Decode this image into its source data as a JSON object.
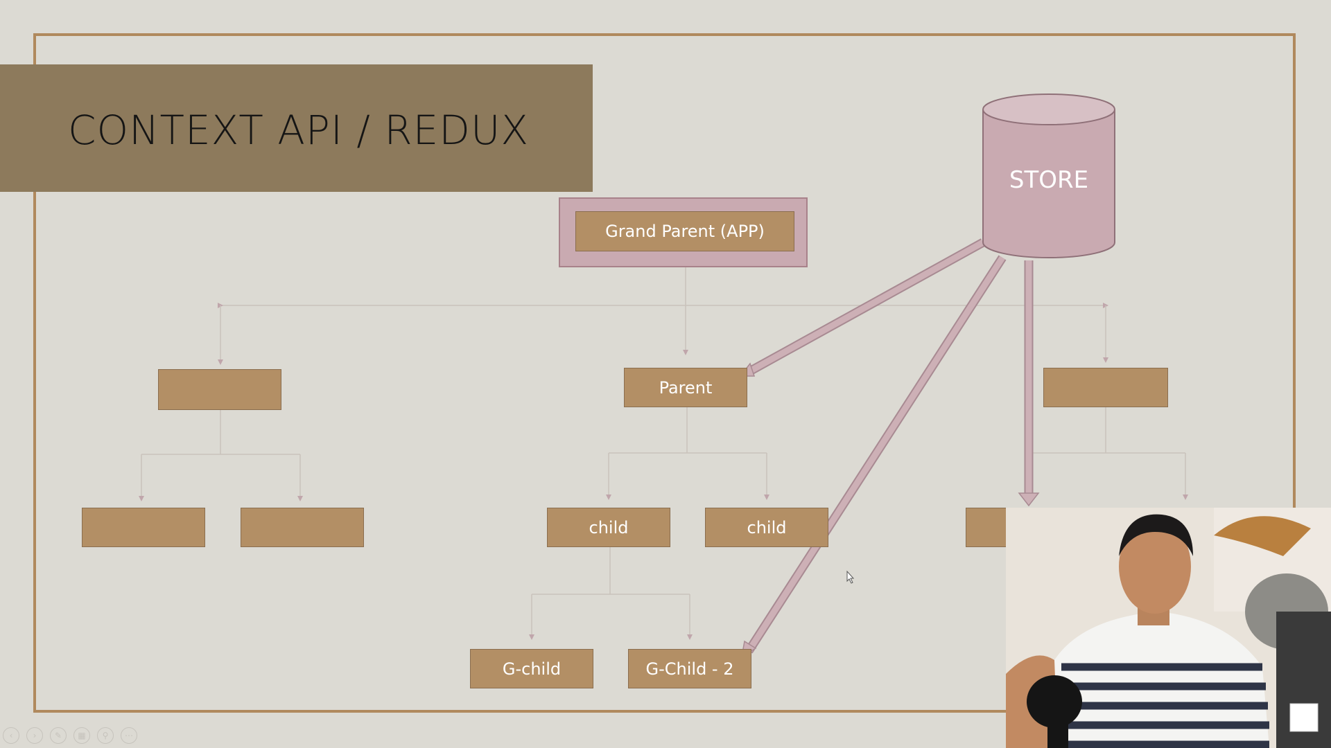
{
  "slide": {
    "title": "CONTEXT API / REDUX",
    "store_label": "STORE",
    "nodes": {
      "grand_parent": "Grand Parent (APP)",
      "parent": "Parent",
      "child_1": "child",
      "child_2": "child",
      "gchild_1": "G-child",
      "gchild_2": "G-Child - 2"
    }
  },
  "colors": {
    "background": "#dcdad3",
    "frame": "#b0895d",
    "title_banner": "#8d7a5c",
    "node": "#b38f65",
    "store": "#c9aab1",
    "arrow": "#c9aab1"
  },
  "player_controls": [
    "previous-icon",
    "next-icon",
    "pen-icon",
    "slides-icon",
    "zoom-icon",
    "more-icon"
  ]
}
